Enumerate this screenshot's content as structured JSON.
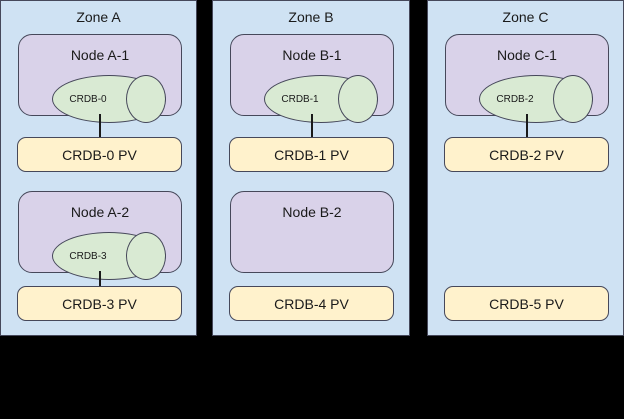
{
  "diagram": {
    "title_hidden": "CockroachDB zones, nodes and persistent volumes",
    "colors": {
      "zone_fill": "#cfe2f3",
      "node_fill": "#d9d2e9",
      "db_fill": "#d9ead3",
      "pv_fill": "#fff2cc",
      "stroke": "#46485a",
      "background": "#000000"
    },
    "zones": [
      {
        "label": "Zone A",
        "nodes": [
          {
            "label": "Node A-1",
            "db": "CRDB-0",
            "has_db": true
          },
          {
            "label": "Node A-2",
            "db": "CRDB-3",
            "has_db": true
          }
        ],
        "volumes": [
          {
            "label": "CRDB-0 PV",
            "connected": true
          },
          {
            "label": "CRDB-3 PV",
            "connected": true
          }
        ]
      },
      {
        "label": "Zone B",
        "nodes": [
          {
            "label": "Node B-1",
            "db": "CRDB-1",
            "has_db": true
          },
          {
            "label": "Node B-2",
            "db": "",
            "has_db": false
          }
        ],
        "volumes": [
          {
            "label": "CRDB-1 PV",
            "connected": true
          },
          {
            "label": "CRDB-4 PV",
            "connected": false
          }
        ]
      },
      {
        "label": "Zone C",
        "nodes": [
          {
            "label": "Node C-1",
            "db": "CRDB-2",
            "has_db": true
          }
        ],
        "volumes": [
          {
            "label": "CRDB-2 PV",
            "connected": true
          },
          {
            "label": "CRDB-5 PV",
            "connected": false
          }
        ]
      }
    ]
  }
}
